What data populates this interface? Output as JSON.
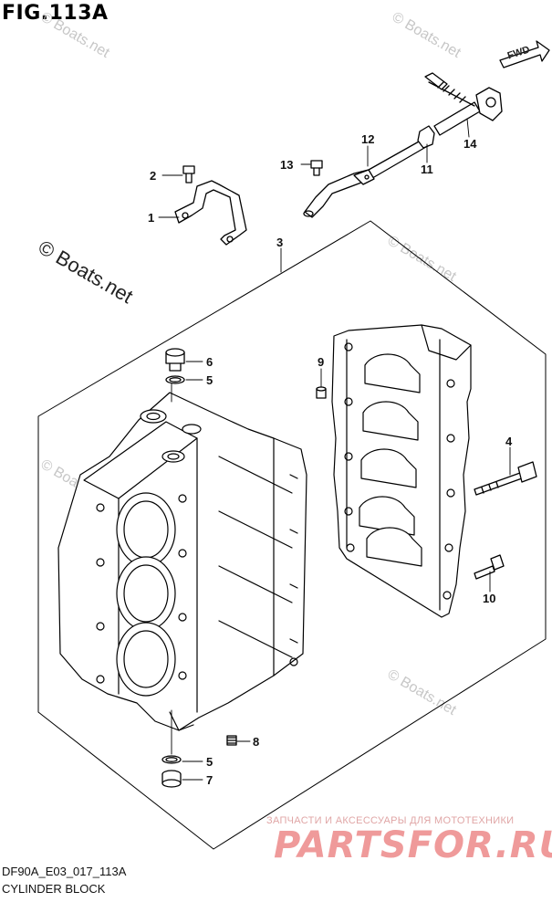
{
  "figure": {
    "title": "FIG.113A",
    "code": "DF90A_E03_017_113A",
    "name": "CYLINDER BLOCK",
    "fwd_label": "FWD"
  },
  "watermarks": {
    "main": "© Boats.net",
    "repeat": "© Boats.net"
  },
  "banner": {
    "subtitle": "ЗАПЧАСТИ И АКСЕССУАРЫ ДЛЯ МОТОТЕХНИКИ",
    "logo": "PARTSFOR.RU"
  },
  "callouts": {
    "c1": "1",
    "c2": "2",
    "c3": "3",
    "c4": "4",
    "c5a": "5",
    "c5b": "5",
    "c6": "6",
    "c7": "7",
    "c8": "8",
    "c9": "9",
    "c10": "10",
    "c11": "11",
    "c12": "12",
    "c13": "13",
    "c14": "14"
  }
}
